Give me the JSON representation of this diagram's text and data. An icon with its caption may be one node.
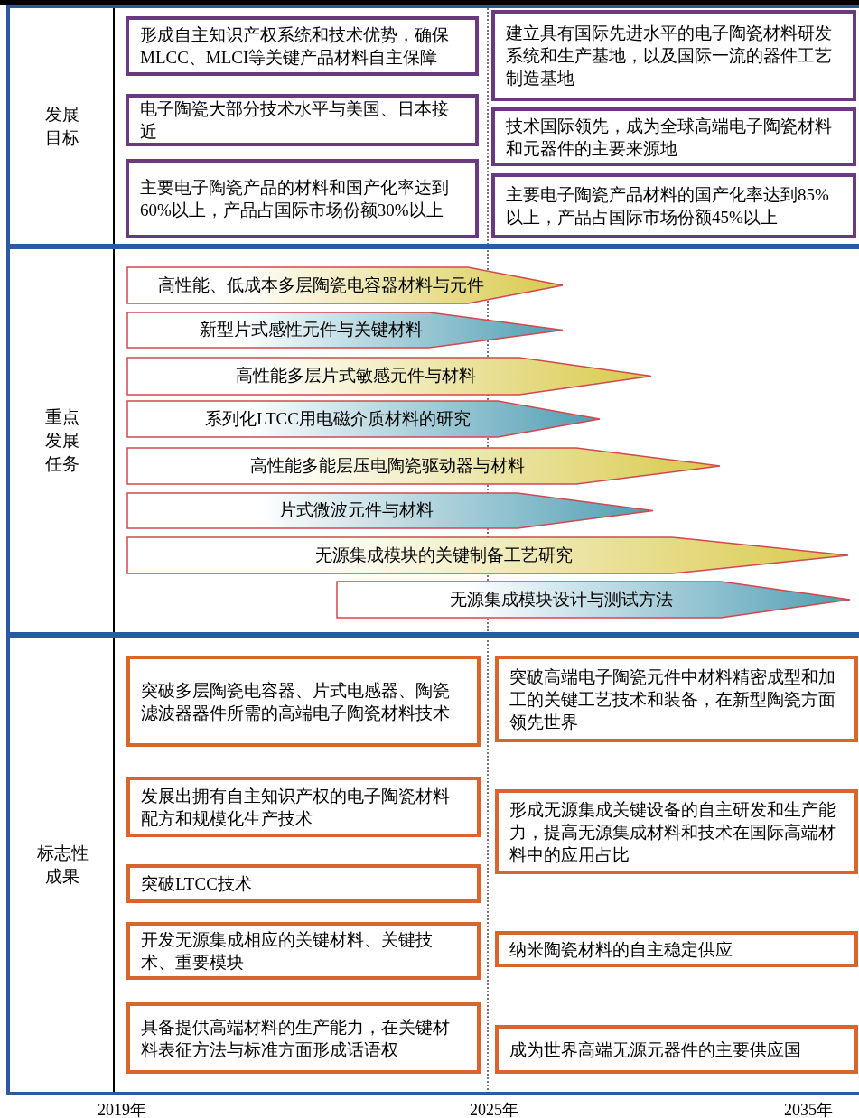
{
  "diagram": {
    "nodes": [
      {
        "text": [
          "发展目标"
        ]
      },
      {
        "text": [
          "形成自主知识产权系统和技术优势，确保MLCC、MLCI等关键产品材料自主保障"
        ],
        "in": 0
      },
      {
        "text": [
          "建立具有国际先进水平的电子陶瓷材料研发系统和生产基地，以及国际一流的器件工艺制造基地"
        ],
        "in": 0
      },
      {
        "text": [
          "电子陶瓷大部分技术水平与美国、日本接近"
        ],
        "in": 0
      },
      {
        "text": [
          "技术国际领先，成为全球高端电子陶瓷材料和元器件的主要来源地"
        ],
        "in": 0
      },
      {
        "text": [
          "主要电子陶瓷产品的材料和国产化率达到60%以上，产品占国际市场份额30%以上"
        ],
        "in": 0
      },
      {
        "text": [
          "主要电子陶瓷产品材料的国产化率达到85%以上，产品占国际市场份额45%以上"
        ],
        "in": 0
      },
      {
        "text": [
          "重点发展任务"
        ]
      },
      {
        "text": [
          "高性能、低成本多层陶瓷电容器材料与元件"
        ],
        "in": 7
      },
      {
        "text": [
          "新型片式感性元件与关键材料"
        ],
        "in": 7
      },
      {
        "text": [
          "高性能多层片式敏感元件与材料"
        ],
        "in": 7
      },
      {
        "text": [
          "系列化LTCC用电磁介质材料的研究"
        ],
        "in": 7
      },
      {
        "text": [
          "高性能多能层压电陶瓷驱动器与材料"
        ],
        "in": 7
      },
      {
        "text": [
          "片式微波元件与材料"
        ],
        "in": 7
      },
      {
        "text": [
          "无源集成模块的关键制备工艺研究"
        ],
        "in": 7
      },
      {
        "text": [
          "无源集成模块设计与测试方法"
        ],
        "in": 7
      },
      {
        "text": [
          "标志性成果"
        ]
      },
      {
        "text": [
          "突破多层陶瓷电容器、片式电感器、陶瓷滤波器器件所需的高端电子陶瓷材料技术"
        ],
        "in": 16
      },
      {
        "text": [
          "突破高端电子陶瓷元件中材料精密成型和加工的关键工艺技术和装备，在新型陶瓷方面领先世界"
        ],
        "in": 16
      },
      {
        "text": [
          "发展出拥有自主知识产权的电子陶瓷材料配方和规模化生产技术"
        ],
        "in": 16
      },
      {
        "text": [
          "形成无源集成关键设备的自主研发和生产能力，提高无源集成材料和技术在国际高端材料中的应用占比"
        ],
        "in": 16
      },
      {
        "text": [
          "突破LTCC技术"
        ],
        "in": 16
      },
      {
        "text": [
          "开发无源集成相应的关键材料、关键技术、重要模块"
        ],
        "in": 16
      },
      {
        "text": [
          "纳米陶瓷材料的自主稳定供应"
        ],
        "in": 16
      },
      {
        "text": [
          "具备提供高端材料的生产能力，在关键材料表征方法与标准方面形成话语权"
        ],
        "in": 16
      },
      {
        "text": [
          "成为世界高端无源元器件的主要供应国"
        ],
        "in": 16
      }
    ],
    "labels": [
      "2019年",
      "2025年",
      "2035年"
    ]
  }
}
